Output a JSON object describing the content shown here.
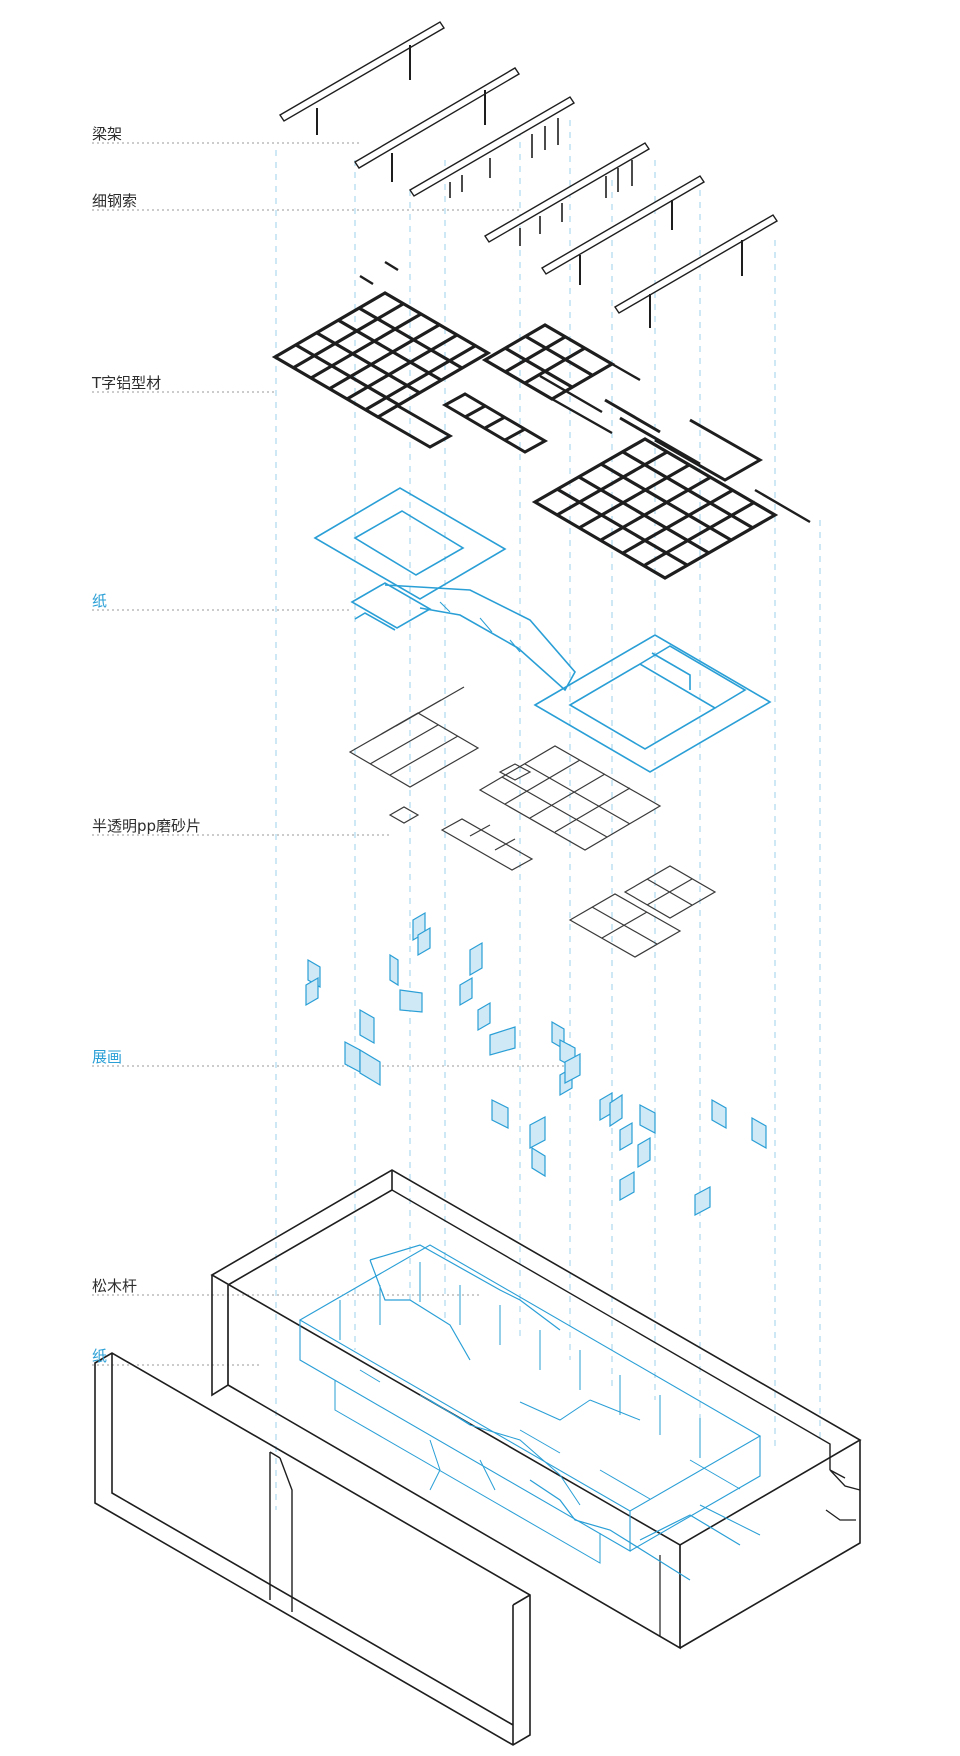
{
  "labels": {
    "beam_frame": "梁架",
    "steel_cable": "细钢索",
    "t_aluminum": "T字铝型材",
    "paper_top": "纸",
    "pp_sheet": "半透明pp磨砂片",
    "exhibits": "展画",
    "pine_poles": "松木杆",
    "paper_bottom": "纸"
  },
  "colors": {
    "line_dark": "#1e1e1e",
    "accent_blue": "#2a9fd6",
    "panel_fill": "#cfe9f7",
    "leader": "#9a9a9a"
  }
}
